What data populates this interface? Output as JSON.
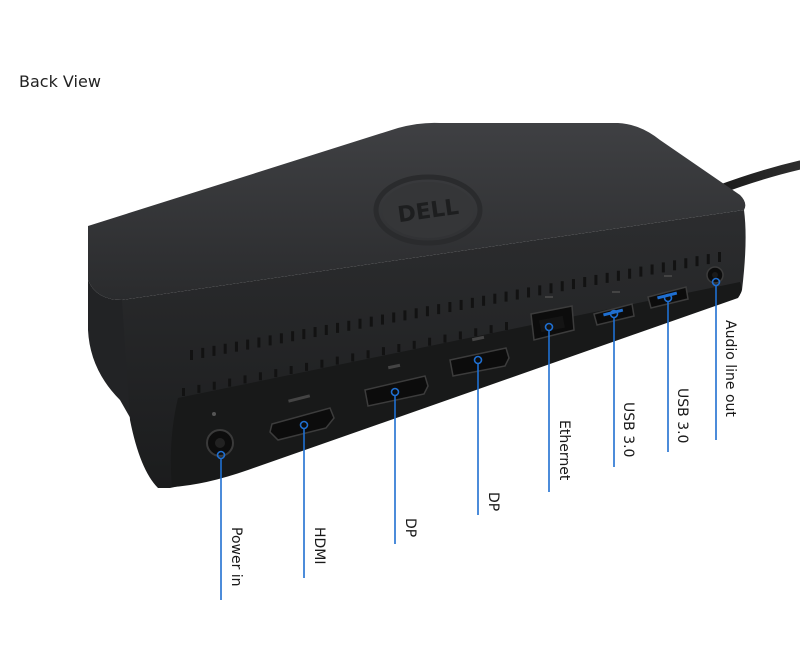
{
  "title": "Back View",
  "brand": {
    "logo_text": "DELL",
    "colors": {
      "body": "#2b2c2e",
      "top": "#3a3b3d",
      "panel": "#1e1f20",
      "callout": "#1f6fd1"
    }
  },
  "ports": [
    {
      "label": "Power in",
      "icon": "power-jack-icon"
    },
    {
      "label": "HDMI",
      "icon": "hdmi-port-icon"
    },
    {
      "label": "DP",
      "icon": "displayport-icon"
    },
    {
      "label": "DP",
      "icon": "displayport-icon"
    },
    {
      "label": "Ethernet",
      "icon": "ethernet-port-icon"
    },
    {
      "label": "USB 3.0",
      "icon": "usb-port-icon"
    },
    {
      "label": "USB 3.0",
      "icon": "usb-port-icon"
    },
    {
      "label": "Audio line out",
      "icon": "audio-jack-icon"
    }
  ]
}
